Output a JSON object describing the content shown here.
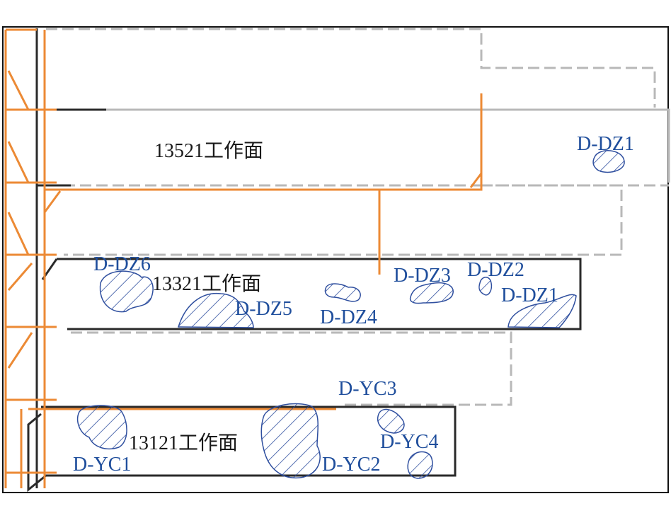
{
  "faces": [
    {
      "label": "13521工作面"
    },
    {
      "label": "13321工作面"
    },
    {
      "label": "13121工作面"
    }
  ],
  "zones": {
    "dz1_upper": "D-DZ1",
    "dz6": "D-DZ6",
    "dz5": "D-DZ5",
    "dz4": "D-DZ4",
    "dz3": "D-DZ3",
    "dz2": "D-DZ2",
    "dz1_lower": "D-DZ1",
    "yc1": "D-YC1",
    "yc2": "D-YC2",
    "yc3": "D-YC3",
    "yc4": "D-YC4"
  },
  "colors": {
    "roadway_orange": "#ec8a35",
    "zone_blue": "#1f4e9c",
    "mined_gray": "#b8b8b8"
  }
}
